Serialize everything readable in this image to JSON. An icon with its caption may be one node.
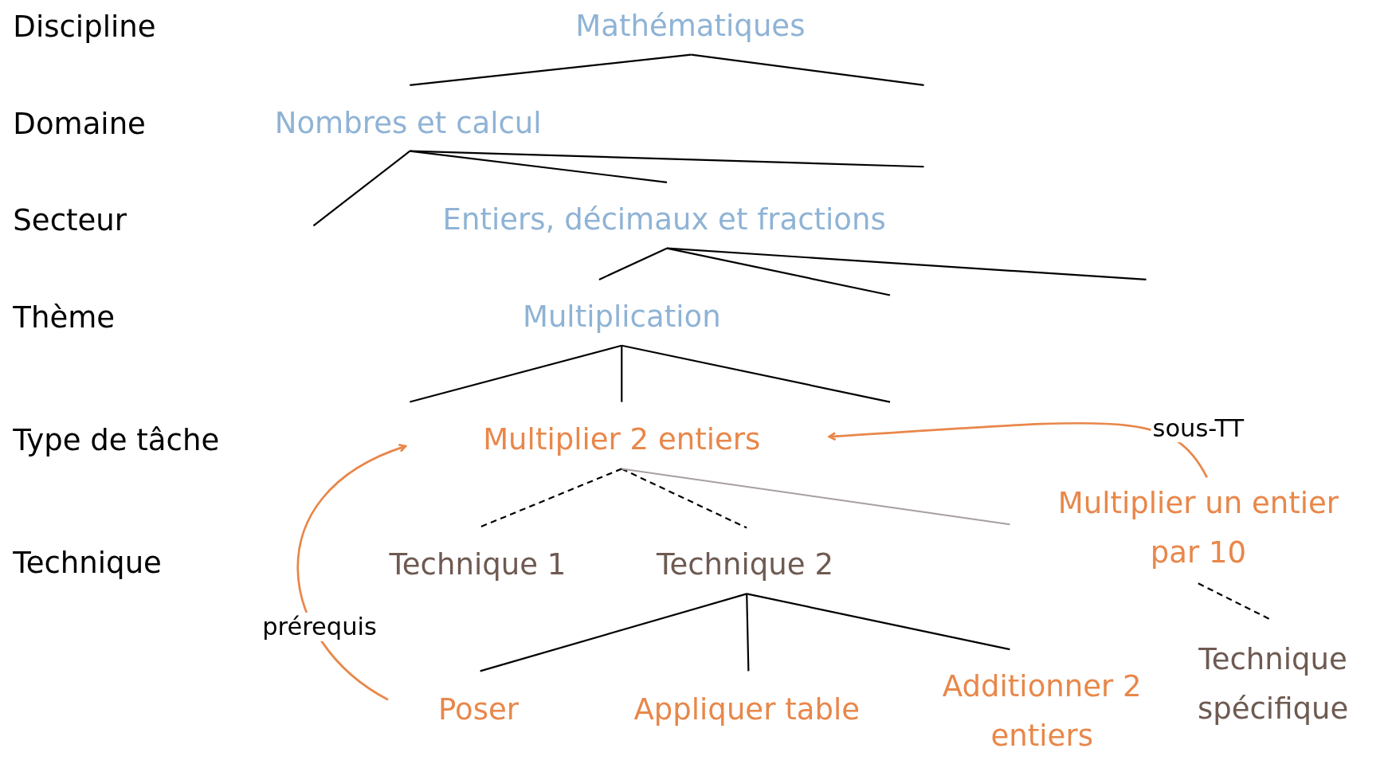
{
  "diagram": {
    "nodes": [
      {
        "text": [
          "Mathématiques"
        ]
      },
      {
        "text": [
          "Nombres et calcul"
        ]
      },
      {
        "text": [
          "Entiers, décimaux et fractions"
        ]
      },
      {
        "text": [
          "Multiplication"
        ]
      },
      {
        "text": [
          "Multiplier 2 entiers"
        ]
      },
      {
        "text": [
          "Multiplier un entier par 10"
        ]
      },
      {
        "text": [
          "Technique 1"
        ]
      },
      {
        "text": [
          "Technique 2"
        ]
      },
      {
        "text": [
          "Poser"
        ]
      },
      {
        "text": [
          "Appliquer table"
        ]
      },
      {
        "text": [
          "Additionner 2 entiers"
        ]
      },
      {
        "text": [
          "Technique spécifique"
        ]
      }
    ],
    "edges": [
      {
        "from": 0,
        "to": 1,
        "arrow": "none"
      },
      {
        "from": 0,
        "to": null,
        "arrow": "none"
      },
      {
        "from": 1,
        "to": 2,
        "arrow": "none"
      },
      {
        "from": 1,
        "to": null,
        "arrow": "none"
      },
      {
        "from": 1,
        "to": null,
        "arrow": "none"
      },
      {
        "from": 2,
        "to": 3,
        "arrow": "none"
      },
      {
        "from": 2,
        "to": null,
        "arrow": "none"
      },
      {
        "from": 2,
        "to": null,
        "arrow": "none"
      },
      {
        "from": 3,
        "to": 4,
        "arrow": "none"
      },
      {
        "from": 3,
        "to": null,
        "arrow": "none"
      },
      {
        "from": 3,
        "to": null,
        "arrow": "none"
      },
      {
        "from": 4,
        "to": 6,
        "arrow": "none",
        "style": "dashed"
      },
      {
        "from": 4,
        "to": 7,
        "arrow": "none",
        "style": "dashed"
      },
      {
        "from": 4,
        "to": 5,
        "arrow": "none",
        "color": "#a89f9f"
      },
      {
        "from": 7,
        "to": 8,
        "arrow": "none"
      },
      {
        "from": 7,
        "to": 9,
        "arrow": "none"
      },
      {
        "from": 7,
        "to": 10,
        "arrow": "none"
      },
      {
        "from": 5,
        "to": 11,
        "arrow": "none",
        "style": "dashed"
      },
      {
        "from": 5,
        "to": 4,
        "arrow": "to",
        "label": "sous-TT",
        "color": "#e8874a"
      },
      {
        "from": 8,
        "to": 4,
        "arrow": "to",
        "label": "prérequis",
        "color": "#e8874a"
      }
    ],
    "labels": [
      "Discipline",
      "Domaine",
      "Secteur",
      "Thème",
      "Type de tâche",
      "Technique"
    ]
  }
}
